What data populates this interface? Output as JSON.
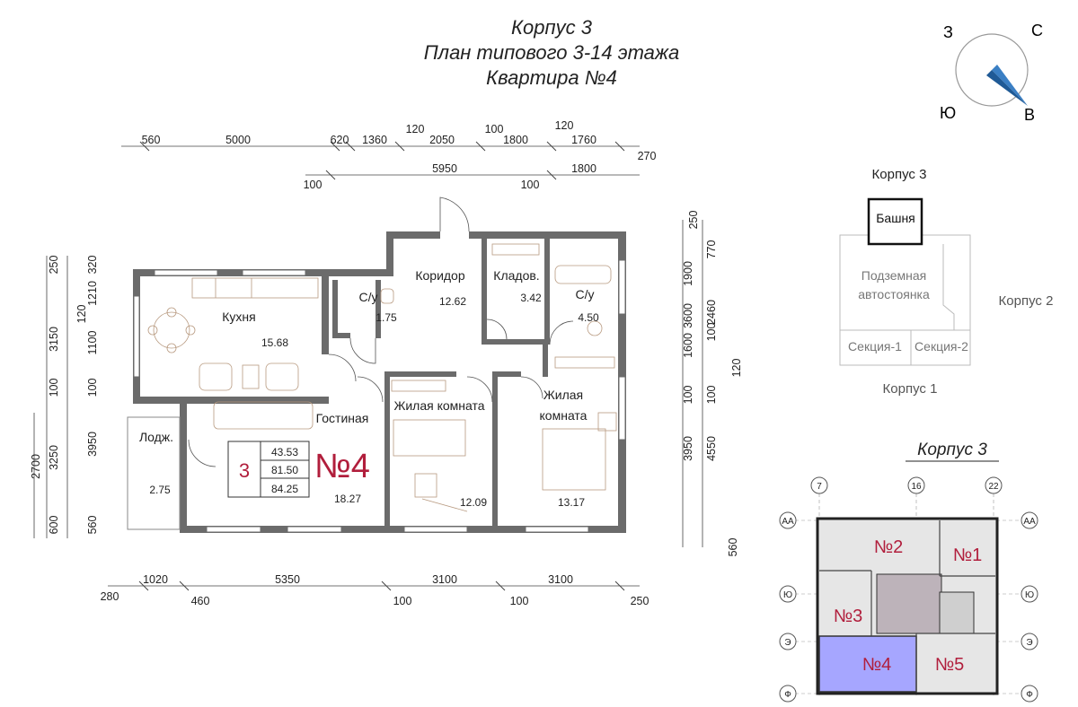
{
  "header": {
    "line1": "Корпус 3",
    "line2": "План типового 3-14 этажа",
    "line3": "Квартира №4"
  },
  "compass": {
    "n": "С",
    "s": "Ю",
    "e": "В",
    "w": "З"
  },
  "colors": {
    "accent": "#b11e3c",
    "wall": "#6b6b6b",
    "highlight": "#a6a6ff"
  },
  "dims": {
    "top1": [
      "560",
      "5000",
      "620",
      "1360",
      "120",
      "2050",
      "100",
      "1800",
      "120",
      "1760"
    ],
    "top1_end": "270",
    "top2": [
      "100",
      "5950",
      "100",
      "1800"
    ],
    "bottom": [
      "280",
      "1020",
      "460",
      "5350",
      "100",
      "3100",
      "100",
      "3100",
      "250"
    ],
    "left_outer": [
      "250",
      "3150",
      "100",
      "3250",
      "600"
    ],
    "left_inner": [
      "320",
      "1210",
      "120",
      "1100",
      "100",
      "3950",
      "560"
    ],
    "left_mid": [
      "2700"
    ],
    "right_inner": [
      "250",
      "1900",
      "3600",
      "1600",
      "100",
      "3950",
      "560"
    ],
    "right_outer": [
      "770",
      "2460",
      "100",
      "120",
      "100",
      "4550"
    ]
  },
  "rooms": {
    "kitchen": {
      "name": "Кухня",
      "area": "15.68"
    },
    "wc1": {
      "name": "С/у",
      "area": "1.75"
    },
    "corridor": {
      "name": "Коридор",
      "area": "12.62"
    },
    "storage": {
      "name": "Кладов.",
      "area": "3.42"
    },
    "wc2": {
      "name": "С/у",
      "area": "4.50"
    },
    "living": {
      "name": "Гостиная",
      "area": "18.27"
    },
    "bed1": {
      "name": "Жилая комната",
      "area": "12.09"
    },
    "bed2": {
      "name1": "Жилая",
      "name2": "комната",
      "area": "13.17"
    },
    "loggia": {
      "name": "Лодж.",
      "area": "2.75"
    }
  },
  "summary": {
    "rooms_count": "3",
    "area1": "43.53",
    "area2": "81.50",
    "area3": "84.25",
    "apt_label": "№4"
  },
  "site_plan": {
    "title": "Корпус 3",
    "tower": "Башня",
    "parking1": "Подземная",
    "parking2": "автостоянка",
    "korpus2": "Корпус 2",
    "korpus1": "Корпус 1",
    "section1": "Секция-1",
    "section2": "Секция-2"
  },
  "floor_key": {
    "title": "Корпус 3",
    "axes_top": [
      "7",
      "16",
      "22"
    ],
    "axes_side": [
      "АА",
      "Ю",
      "Э",
      "Ф"
    ],
    "apts": [
      "№2",
      "№1",
      "№3",
      "№4",
      "№5"
    ]
  }
}
